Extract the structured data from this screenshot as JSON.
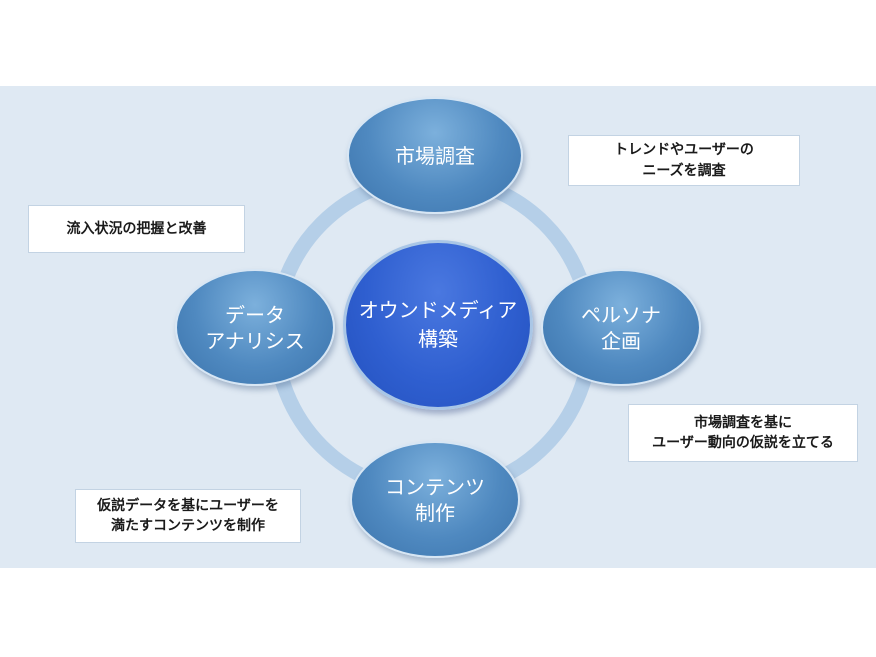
{
  "diagram": {
    "center": {
      "label": "オウンドメディア\n構築"
    },
    "nodes": {
      "top": {
        "label": "市場調査"
      },
      "right": {
        "label": "ペルソナ\n企画"
      },
      "bottom": {
        "label": "コンテンツ\n制作"
      },
      "left": {
        "label": "データ\nアナリシス"
      }
    },
    "notes": {
      "top_right": "トレンドやユーザーの\nニーズを調査",
      "left": "流入状況の把握と改善",
      "bottom_right": "市場調査を基に\nユーザー動向の仮説を立てる",
      "bottom_left": "仮説データを基にユーザーを\n満たすコンテンツを制作"
    },
    "colors": {
      "background_panel": "#dfe9f3",
      "ring": "#b5cfe8",
      "node_fill": "#4f89c0",
      "center_fill": "#2f5fd0",
      "text_on_node": "#ffffff"
    }
  }
}
